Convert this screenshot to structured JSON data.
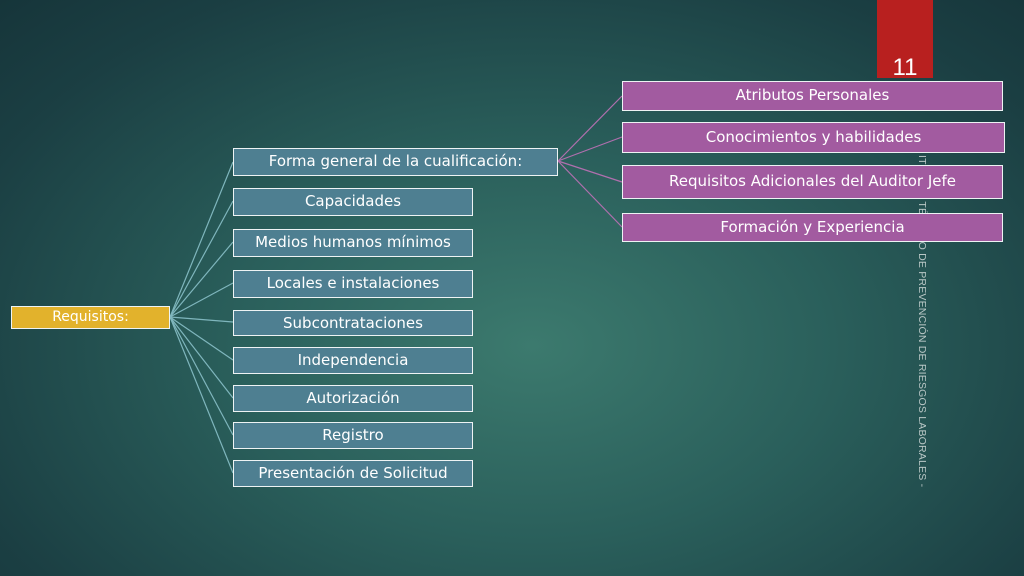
{
  "slide": {
    "page_number": "11",
    "vertical_text": "ITE PRO TÉCNICO DE PREVENCIÓN DE RIESGOS LABORALES -",
    "colors": {
      "accent": "#b8201f",
      "root_box": "#e2b22c",
      "level1_box": "#4e7f91",
      "level2_box": "#a25ba0",
      "connector_root": "#7fb6bd",
      "connector_sub": "#b06fae"
    }
  },
  "diagram": {
    "root": "Requisitos:",
    "level1": [
      "Forma general de la cualificación:",
      "Capacidades",
      "Medios humanos mínimos",
      "Locales e instalaciones",
      "Subcontrataciones",
      "Independencia",
      "Autorización",
      "Registro",
      "Presentación de Solicitud"
    ],
    "level2": [
      "Atributos Personales",
      "Conocimientos y habilidades",
      "Requisitos Adicionales del Auditor Jefe",
      "Formación y Experiencia"
    ]
  }
}
